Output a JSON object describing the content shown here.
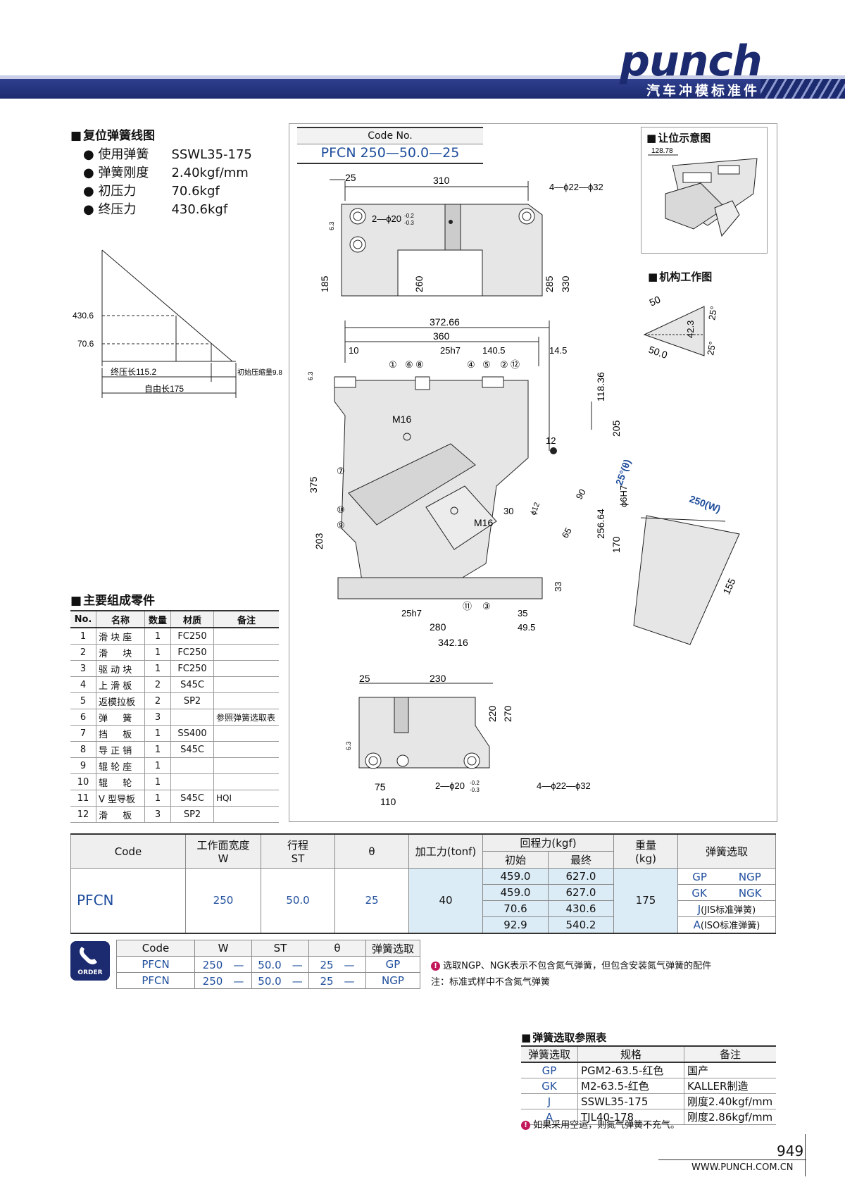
{
  "header": {
    "logo": "punch",
    "subtitle": "汽车冲模标准件"
  },
  "spring_curve": {
    "title": "复位弹簧线图",
    "specs": [
      {
        "label": "使用弹簧",
        "value": "SSWL35-175"
      },
      {
        "label": "弹簧刚度",
        "value": "2.40kgf/mm"
      },
      {
        "label": "初压力",
        "value": "70.6kgf"
      },
      {
        "label": "终压力",
        "value": "430.6kgf"
      }
    ],
    "y1": "430.6",
    "y2": "70.6",
    "final_len": "终压长115.2",
    "init_comp": "初始压缩量9.8",
    "free_len": "自由长175"
  },
  "code_box": {
    "label": "Code No.",
    "value": "PFCN 250—50.0—25"
  },
  "clearance": {
    "title": "让位示意图",
    "dim": "128.78"
  },
  "work_diagram": {
    "title": "机构工作图",
    "d1": "50",
    "d2": "42.3",
    "d3": "50.0",
    "a1": "25°",
    "a2": "25°"
  },
  "top_view": {
    "d25": "25",
    "d310": "310",
    "holes": "4—ϕ22—ϕ32",
    "pins": "2—ϕ20",
    "tol_up": "-0.2",
    "tol_dn": "-0.3",
    "d185": "185",
    "d260": "260",
    "d285": "285",
    "d330": "330",
    "rough": "6.3"
  },
  "front_view": {
    "d37266": "372.66",
    "d360": "360",
    "d10": "10",
    "d25h7": "25h7",
    "d1405": "140.5",
    "d145": "14.5",
    "d11836": "118.36",
    "d205": "205",
    "d25t": "25°(θ)",
    "d12": "12",
    "d90": "90",
    "d256": "256.64",
    "d170": "170",
    "d375": "375",
    "d203": "203",
    "d33": "33",
    "d25h7b": "25h7",
    "d280": "280",
    "d35": "35",
    "d495": "49.5",
    "d34216": "342.16",
    "m16a": "M16",
    "m16b": "M16",
    "d30": "30",
    "d12b": "ϕ12",
    "d65": "65",
    "d6h7": "ϕ6H7",
    "d250w": "250(W)",
    "d155": "155",
    "rough": "6.3",
    "callouts_top": [
      "①",
      "⑥",
      "⑧",
      "④",
      "⑤",
      "②",
      "⑫"
    ],
    "callouts_left": [
      "⑦",
      "⑩",
      "⑨"
    ],
    "callouts_bottom": [
      "⑪",
      "③"
    ]
  },
  "bottom_view": {
    "d25": "25",
    "d230": "230",
    "d220": "220",
    "d270": "270",
    "d75": "75",
    "d110": "110",
    "pins": "2—ϕ20",
    "tol_up": "-0.2",
    "tol_dn": "-0.3",
    "holes": "4—ϕ22—ϕ32",
    "rough": "6.3"
  },
  "parts": {
    "title": "主要组成零件",
    "headers": [
      "No.",
      "名称",
      "数量",
      "材质",
      "备注"
    ],
    "rows": [
      [
        "1",
        "滑 块 座",
        "1",
        "FC250",
        ""
      ],
      [
        "2",
        "滑 　 块",
        "1",
        "FC250",
        ""
      ],
      [
        "3",
        "驱 动 块",
        "1",
        "FC250",
        ""
      ],
      [
        "4",
        "上 滑 板",
        "2",
        "S45C",
        ""
      ],
      [
        "5",
        "返模拉板",
        "2",
        "SP2",
        ""
      ],
      [
        "6",
        "弹 　 簧",
        "3",
        "",
        "参照弹簧选取表"
      ],
      [
        "7",
        "挡 　 板",
        "1",
        "SS400",
        ""
      ],
      [
        "8",
        "导 正 销",
        "1",
        "S45C",
        ""
      ],
      [
        "9",
        "辊 轮 座",
        "1",
        "",
        ""
      ],
      [
        "10",
        "辊 　 轮",
        "1",
        "",
        ""
      ],
      [
        "11",
        "V 型导板",
        "1",
        "S45C",
        "HQI"
      ],
      [
        "12",
        "滑 　 板",
        "3",
        "SP2",
        ""
      ]
    ]
  },
  "main_table": {
    "h_code": "Code",
    "h_w": "工作面宽度",
    "h_w2": "W",
    "h_st": "行程",
    "h_st2": "ST",
    "h_theta": "θ",
    "h_force": "加工力(tonf)",
    "h_return": "回程力(kgf)",
    "h_init": "初始",
    "h_final": "最终",
    "h_weight": "重量",
    "h_weight2": "(kg)",
    "h_spring": "弹簧选取",
    "code": "PFCN",
    "w": "250",
    "st": "50.0",
    "theta": "25",
    "force": "40",
    "weight": "175",
    "rows": [
      {
        "init": "459.0",
        "final": "627.0",
        "s1": "GP",
        "s2": "NGP"
      },
      {
        "init": "459.0",
        "final": "627.0",
        "s1": "GK",
        "s2": "NGK"
      },
      {
        "init": "70.6",
        "final": "430.6",
        "s1": "J",
        "s2": "(JIS标准弹簧)"
      },
      {
        "init": "92.9",
        "final": "540.2",
        "s1": "A",
        "s2": "(ISO标准弹簧)"
      }
    ]
  },
  "order": {
    "badge": "ORDER",
    "headers": [
      "Code",
      "W",
      "ST",
      "θ",
      "弹簧选取"
    ],
    "dash": "—",
    "rows": [
      [
        "PFCN",
        "250",
        "50.0",
        "25",
        "GP"
      ],
      [
        "PFCN",
        "250",
        "50.0",
        "25",
        "NGP"
      ]
    ],
    "note1": "选取NGP、NGK表示不包含氮气弹簧，但包含安装氮气弹簧的配件",
    "note2": "注：标准式样中不含氮气弹簧"
  },
  "spring_ref": {
    "title": "弹簧选取参照表",
    "headers": [
      "弹簧选取",
      "规格",
      "备注"
    ],
    "rows": [
      [
        "GP",
        "PGM2-63.5-红色",
        "国产"
      ],
      [
        "GK",
        "M2-63.5-红色",
        "KALLER制造"
      ],
      [
        "J",
        "SSWL35-175",
        "刚度2.40kgf/mm"
      ],
      [
        "A",
        "TJL40-178",
        "刚度2.86kgf/mm"
      ]
    ],
    "note": "如果采用空运，则氮气弹簧不充气。"
  },
  "footer": {
    "page": "949",
    "url": "WWW.PUNCH.COM.CN"
  },
  "colors": {
    "navy": "#1c2a70",
    "blue_text": "#1e4d9c",
    "cell_blue": "#dcecf6",
    "part_gray": "#e6e6e6"
  }
}
